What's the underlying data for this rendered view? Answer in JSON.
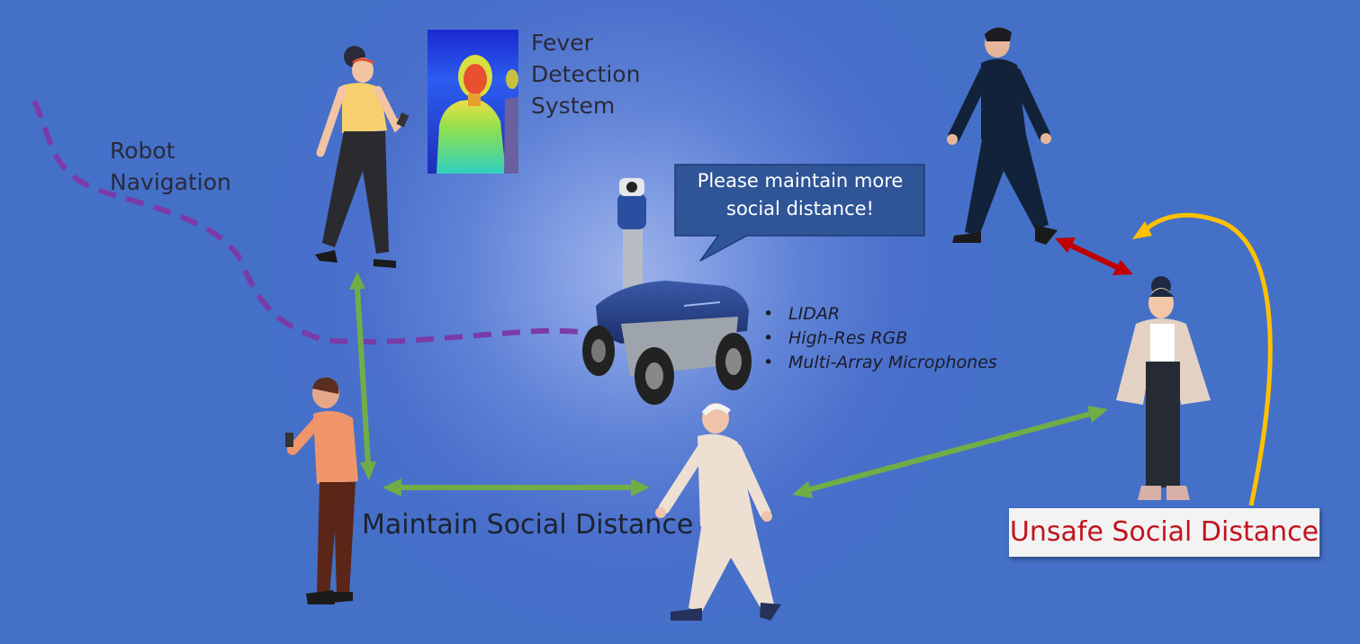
{
  "labels": {
    "fever": "Fever\nDetection\nSystem",
    "navigation": "Robot\nNavigation",
    "maintain": "Maintain Social Distance",
    "unsafe": "Unsafe Social Distance"
  },
  "speech_bubble": "Please maintain more social distance!",
  "sensors": [
    "LIDAR",
    "High-Res RGB",
    "Multi-Array Microphones"
  ],
  "colors": {
    "background": "#4470c8",
    "navigation_path": "#7a3ba8",
    "safe_arrow": "#70ad47",
    "unsafe_arrow": "#c00000",
    "curved_arrow": "#ffc000",
    "bubble": "#2f5597",
    "unsafe_text": "#c0141e"
  },
  "icons": [
    "thermal-camera-image",
    "security-robot",
    "person-figures"
  ]
}
